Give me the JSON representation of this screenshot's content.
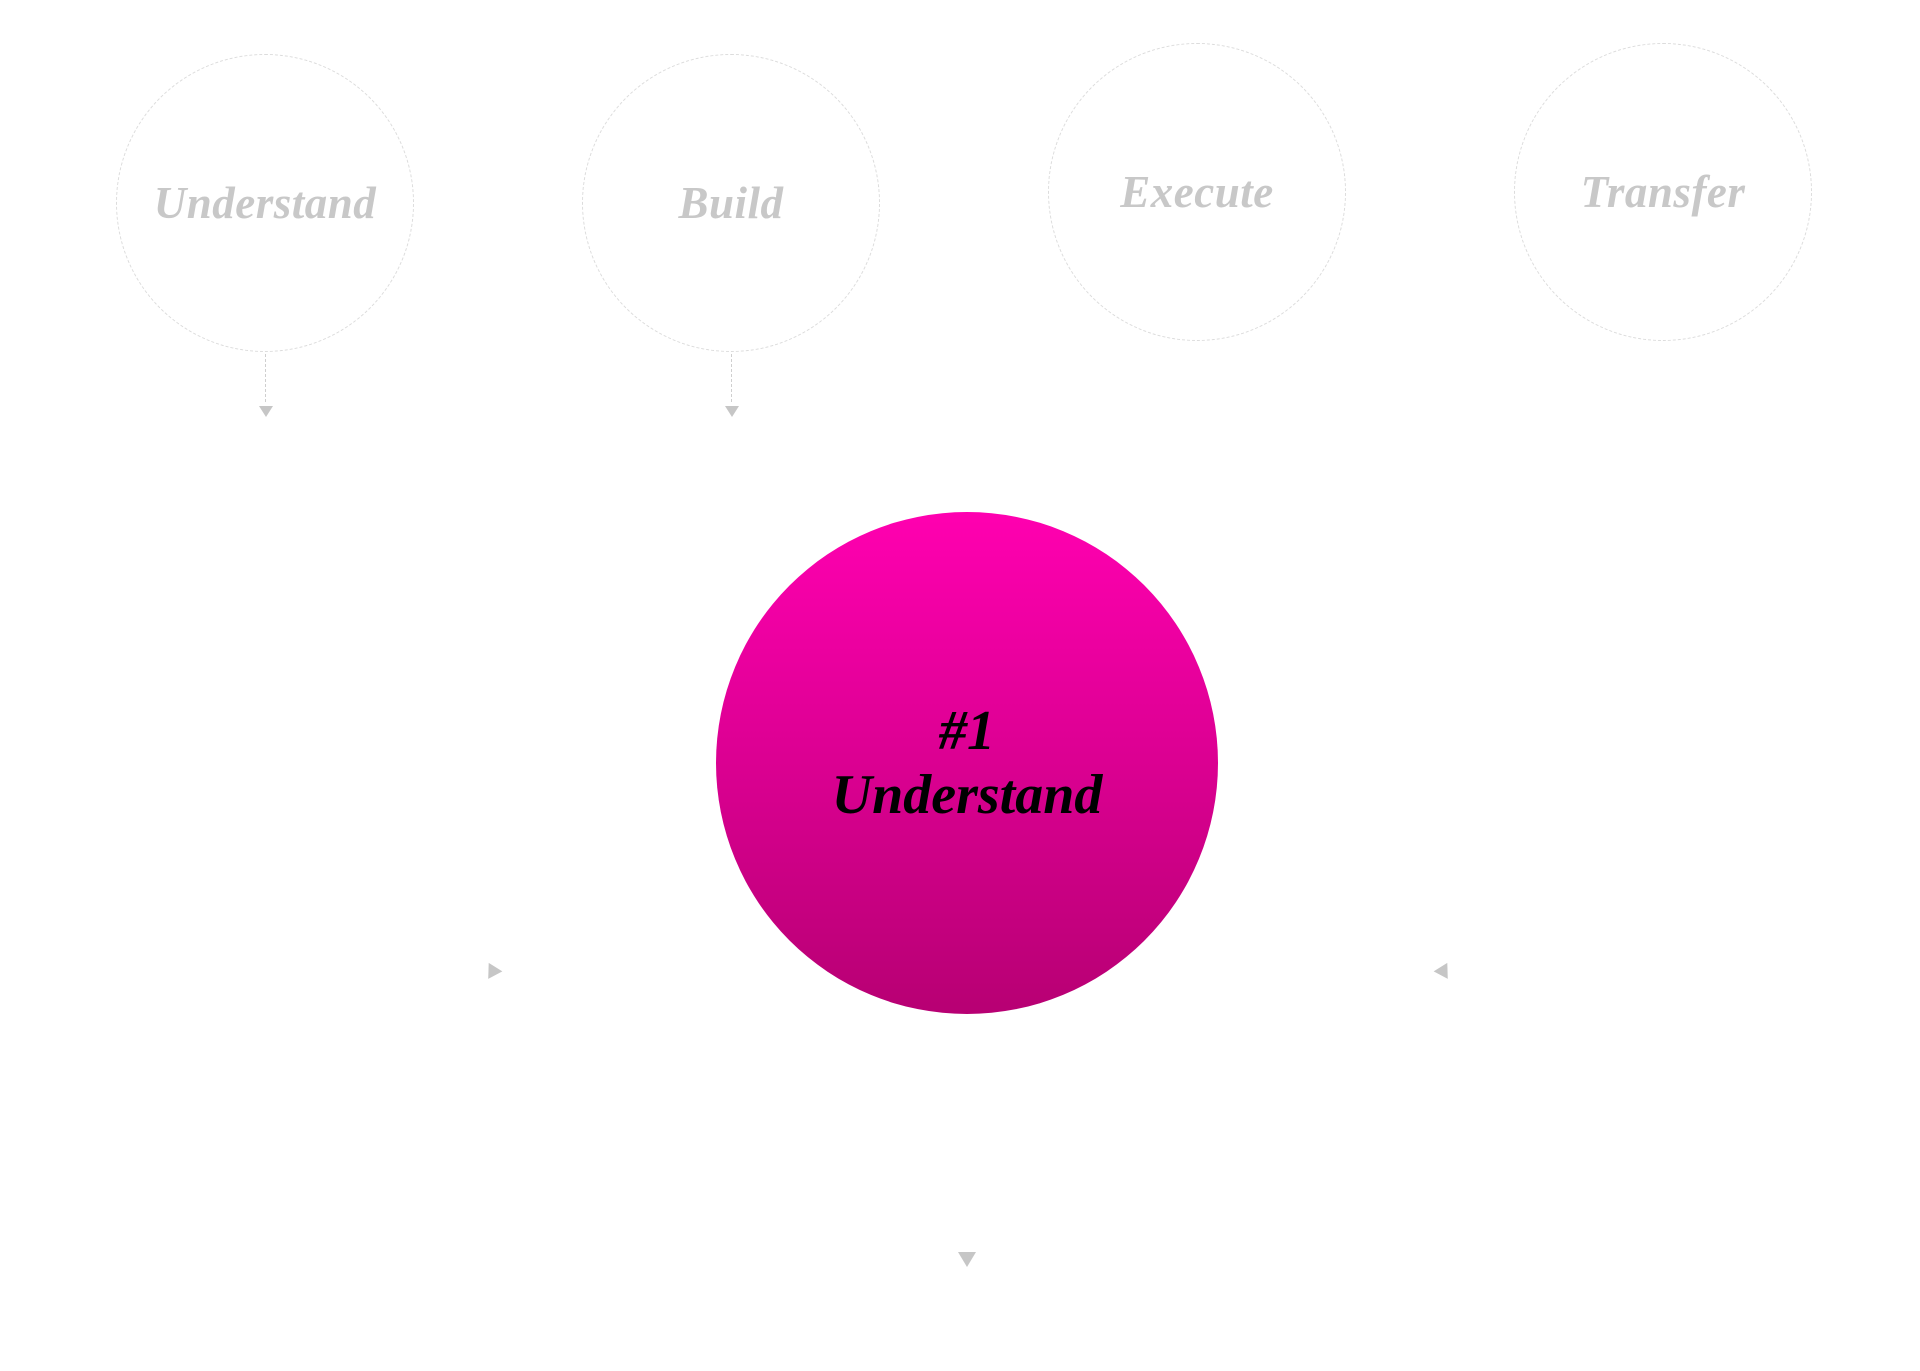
{
  "steps": [
    {
      "label": "Understand"
    },
    {
      "label": "Build"
    },
    {
      "label": "Execute"
    },
    {
      "label": "Transfer"
    }
  ],
  "active": {
    "number": "#1",
    "label": "Understand",
    "gradient_top": "#ff00b0",
    "gradient_bottom": "#b70073"
  },
  "colors": {
    "inactive_text": "#c8c8c8",
    "dashed_border": "#dcdcdc",
    "arrow": "#c6c6c6"
  }
}
